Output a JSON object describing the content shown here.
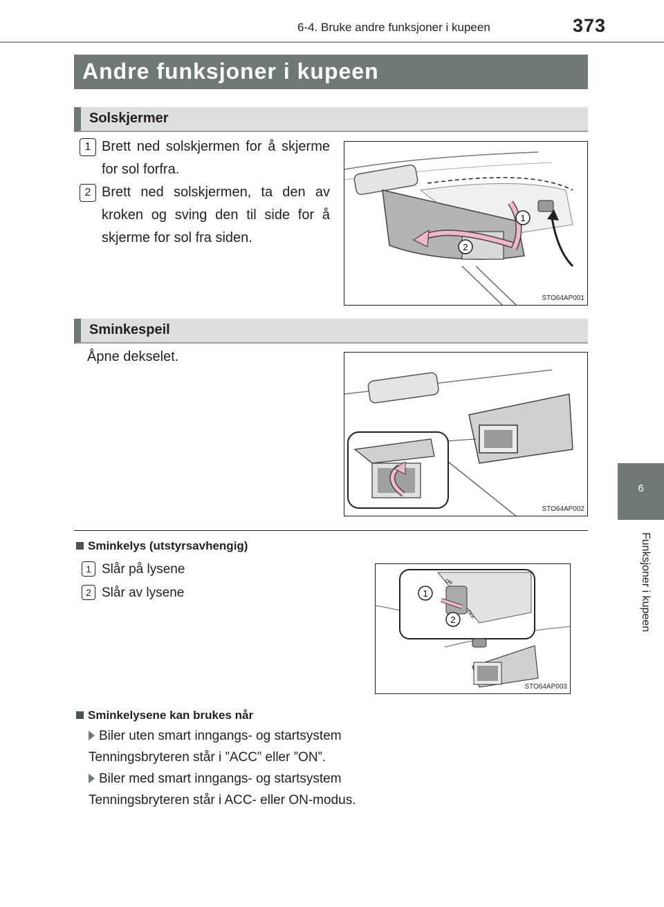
{
  "header": {
    "section": "6-4. Bruke andre funksjoner i kupeen",
    "page_number": "373"
  },
  "side_tab": {
    "chapter": "6",
    "label": "Funksjoner i kupeen"
  },
  "title": "Andre funksjoner i kupeen",
  "solskjermer": {
    "heading": "Solskjermer",
    "steps": [
      {
        "number": "1",
        "text": "Brett ned solskjermen for å skjerme for sol forfra."
      },
      {
        "number": "2",
        "text": "Brett ned solskjermen, ta den av kroken og sving den til side for å skjerme for sol fra siden."
      }
    ],
    "figure_code": "STO64AP001",
    "callouts": [
      "1",
      "2"
    ]
  },
  "sminkespeil": {
    "heading": "Sminkespeil",
    "text": "Åpne dekselet.",
    "figure_code": "STO64AP002"
  },
  "sminkelys": {
    "heading": "Sminkelys (utstyrsavhengig)",
    "items": [
      {
        "number": "1",
        "text": "Slår på lysene"
      },
      {
        "number": "2",
        "text": "Slår av lysene"
      }
    ],
    "figure_code": "STO64AP003",
    "callouts": [
      "1",
      "2"
    ],
    "switch_on": "ON",
    "switch_off": "OFF"
  },
  "sminkelysene": {
    "heading": "Sminkelysene kan brukes når",
    "cases": [
      {
        "label": "Biler uten smart inngangs- og startsystem",
        "text": "Tenningsbryteren står i ”ACC” eller ”ON”."
      },
      {
        "label": "Biler med smart inngangs- og startsystem",
        "text": "Tenningsbryteren står i ACC- eller ON-modus."
      }
    ]
  }
}
